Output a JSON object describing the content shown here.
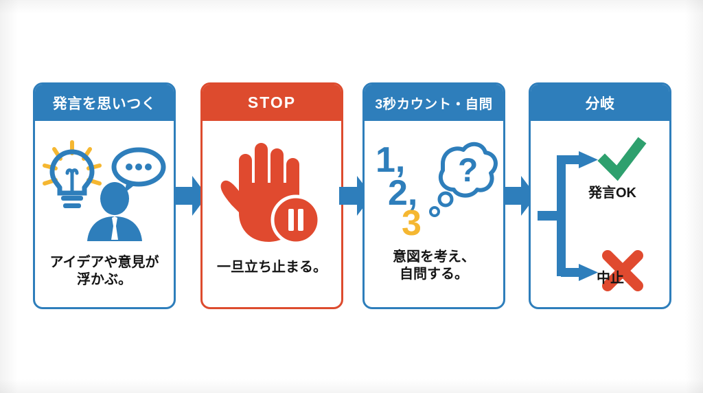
{
  "diagram": {
    "title_visible": false,
    "background_color": "#ffffff",
    "accent_blue": "#2E7EBB",
    "accent_red": "#DD4B2E",
    "accent_yellow": "#F5B731",
    "accent_green": "#2EA06E",
    "steps": [
      {
        "id": "step-idea",
        "header": "発言を思いつく",
        "header_color": "#2E7EBB",
        "border_color": "#2E7EBB",
        "caption": "アイデアや意見が\n浮かぶ。",
        "icons": [
          "lightbulb-icon",
          "person-icon",
          "speech-bubble-icon"
        ]
      },
      {
        "id": "step-stop",
        "header": "STOP",
        "header_color": "#DD4B2E",
        "border_color": "#DD4B2E",
        "caption": "一旦立ち止まる。",
        "icons": [
          "stop-hand-icon",
          "pause-badge-icon"
        ]
      },
      {
        "id": "step-count",
        "header": "3秒カウント・自問",
        "header_color": "#2E7EBB",
        "border_color": "#2E7EBB",
        "caption": "意図を考え、\n自問する。",
        "icons": [
          "count-123-icon",
          "thought-cloud-question-icon"
        ],
        "count_numbers": [
          "1,",
          "2,",
          "3"
        ],
        "question_mark": "?"
      },
      {
        "id": "step-branch",
        "header": "分岐",
        "header_color": "#2E7EBB",
        "border_color": "#2E7EBB",
        "caption": "",
        "icons": [
          "branch-fork-icon",
          "check-icon",
          "cross-icon"
        ],
        "branches": [
          {
            "id": "branch-ok",
            "label": "発言OK",
            "marker": "check-icon",
            "marker_color": "#2EA06E"
          },
          {
            "id": "branch-stop",
            "label": "中止",
            "marker": "cross-icon",
            "marker_color": "#E04A2F"
          }
        ]
      }
    ],
    "connectors": [
      {
        "id": "connector-1-2",
        "icon": "right-arrow-icon",
        "color": "#2E7EBB"
      },
      {
        "id": "connector-2-3",
        "icon": "right-arrow-icon",
        "color": "#2E7EBB"
      },
      {
        "id": "connector-3-4",
        "icon": "right-arrow-icon",
        "color": "#2E7EBB"
      }
    ]
  }
}
